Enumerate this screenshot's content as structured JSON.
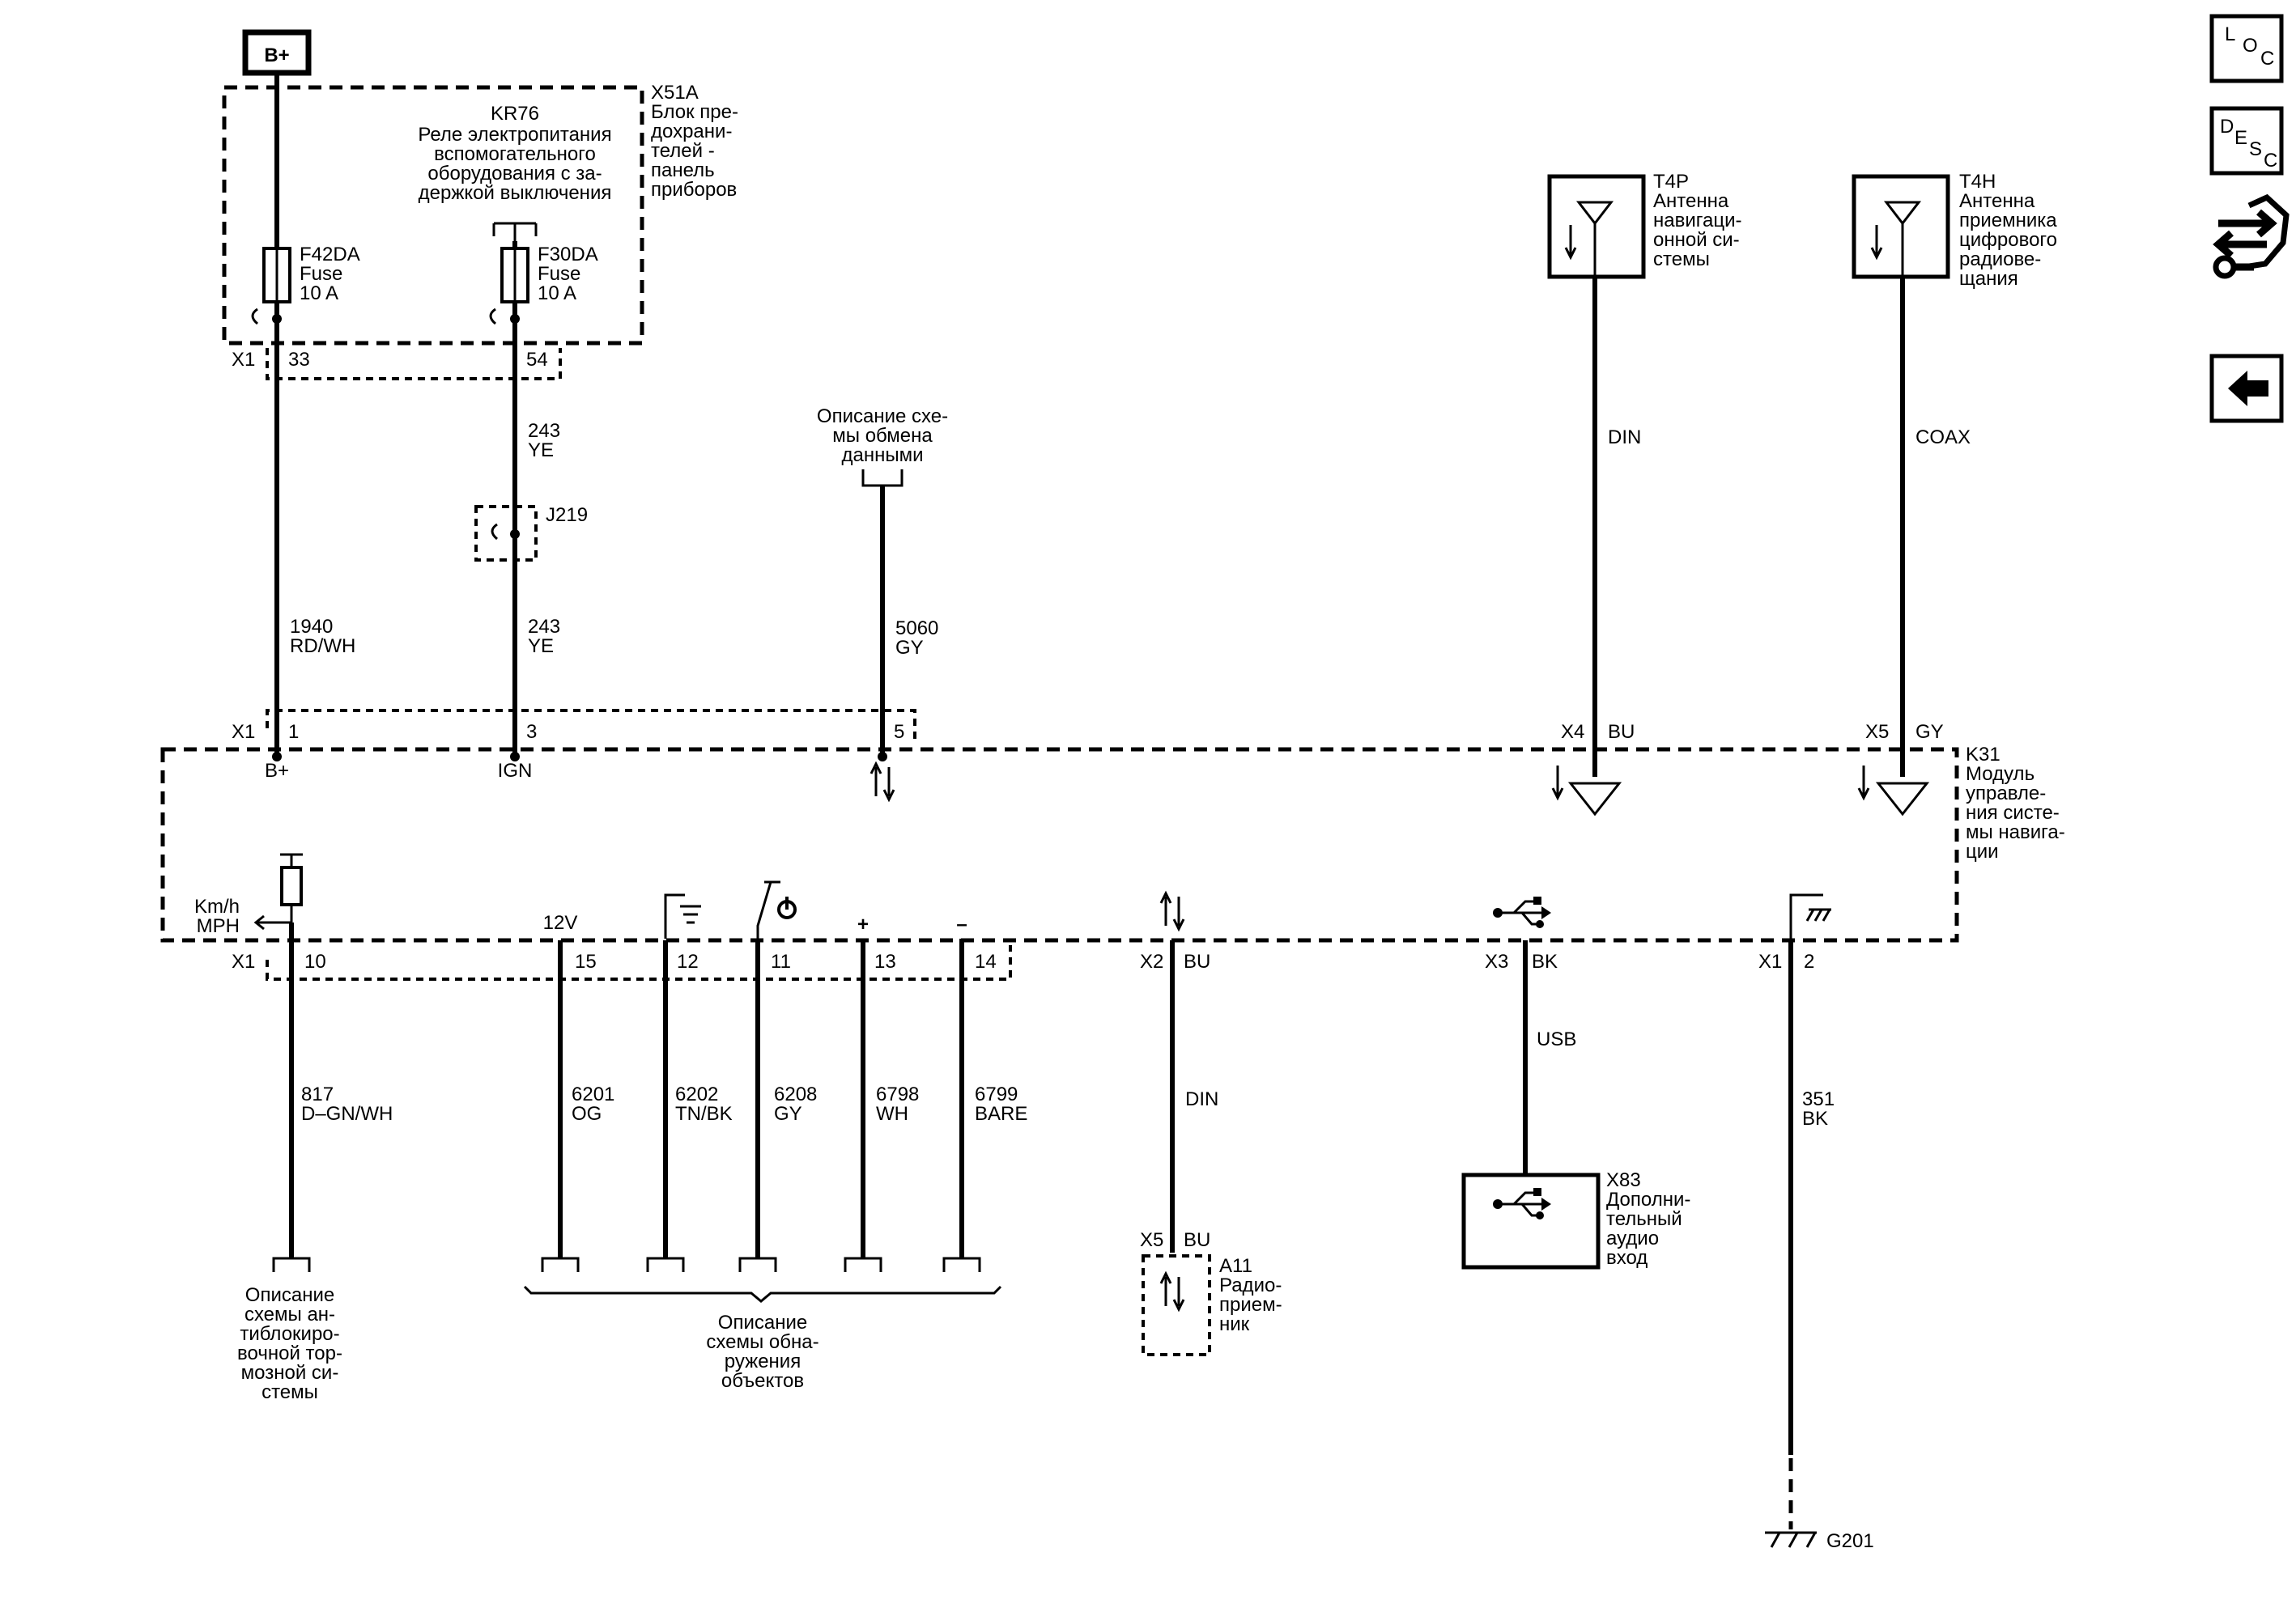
{
  "power": {
    "bplus_label": "B+"
  },
  "fuse_block": {
    "ref": "X51A",
    "name_lines": [
      "Блок пре-",
      "дохрани-",
      "телей -",
      "панель",
      "приборов"
    ]
  },
  "relay": {
    "ref": "KR76",
    "name_lines": [
      "Реле электропитания",
      "вспомогательного",
      "оборудования с за-",
      "держкой выключения"
    ]
  },
  "fuses": [
    {
      "ref": "F42DA",
      "type": "Fuse",
      "rating": "10 A"
    },
    {
      "ref": "F30DA",
      "type": "Fuse",
      "rating": "10 A"
    }
  ],
  "fuse_connector": {
    "ref": "X1",
    "pins": [
      "33",
      "54"
    ]
  },
  "wire_243a": {
    "circuit": "243",
    "color": "YE"
  },
  "splice": {
    "ref": "J219"
  },
  "wire_243b": {
    "circuit": "243",
    "color": "YE"
  },
  "wire_1940": {
    "circuit": "1940",
    "color": "RD/WH"
  },
  "data_bus": {
    "desc_lines": [
      "Описание схе-",
      "мы обмена",
      "данными"
    ],
    "circuit": "5060",
    "color": "GY"
  },
  "antenna_nav": {
    "ref": "T4P",
    "name_lines": [
      "Антенна",
      "навигаци-",
      "онной си-",
      "стемы"
    ],
    "cable": "DIN",
    "connector": "X4",
    "color": "BU"
  },
  "antenna_radio": {
    "ref": "T4H",
    "name_lines": [
      "Антенна",
      "приемника",
      "цифрового",
      "радиове-",
      "щания"
    ],
    "cable": "COAX",
    "connector": "X5",
    "color": "GY"
  },
  "module": {
    "ref": "K31",
    "name_lines": [
      "Модуль",
      "управле-",
      "ния систе-",
      "мы навига-",
      "ции"
    ],
    "top_connector": "X1",
    "top_pins": [
      "1",
      "3",
      "5"
    ],
    "bplus_label": "B+",
    "ign_label": "IGN",
    "speed_label_1": "Km/h",
    "speed_label_2": "MPH",
    "twelve_v_label": "12V",
    "plus_label": "+",
    "minus_label": "–",
    "bottom_connector": "X1",
    "bottom_pins": [
      "10",
      "15",
      "12",
      "11",
      "13",
      "14"
    ],
    "x2": "X2",
    "x2_color": "BU",
    "x3": "X3",
    "x3_color": "BK",
    "x1b": "X1",
    "x1b_pin": "2"
  },
  "wire_817": {
    "circuit": "817",
    "color": "D–GN/WH",
    "desc_lines": [
      "Описание",
      "схемы ан-",
      "тиблокиро-",
      "вочной тор-",
      "мозной си-",
      "стемы"
    ]
  },
  "object_wires": [
    {
      "circuit": "6201",
      "color": "OG"
    },
    {
      "circuit": "6202",
      "color": "TN/BK"
    },
    {
      "circuit": "6208",
      "color": "GY"
    },
    {
      "circuit": "6798",
      "color": "WH"
    },
    {
      "circuit": "6799",
      "color": "BARE"
    }
  ],
  "object_desc_lines": [
    "Описание",
    "схемы обна-",
    "ружения",
    "объектов"
  ],
  "radio": {
    "cable": "DIN",
    "connector": "X5",
    "color": "BU",
    "ref": "A11",
    "name_lines": [
      "Радио-",
      "прием-",
      "ник"
    ]
  },
  "usb": {
    "cable": "USB",
    "ref": "X83",
    "name_lines": [
      "Дополни-",
      "тельный",
      "аудио",
      "вход"
    ]
  },
  "ground": {
    "circuit": "351",
    "color": "BK",
    "ref": "G201"
  },
  "nav": {
    "loc": [
      "L",
      "O",
      "C"
    ],
    "desc": [
      "D",
      "E",
      "S",
      "C"
    ]
  }
}
